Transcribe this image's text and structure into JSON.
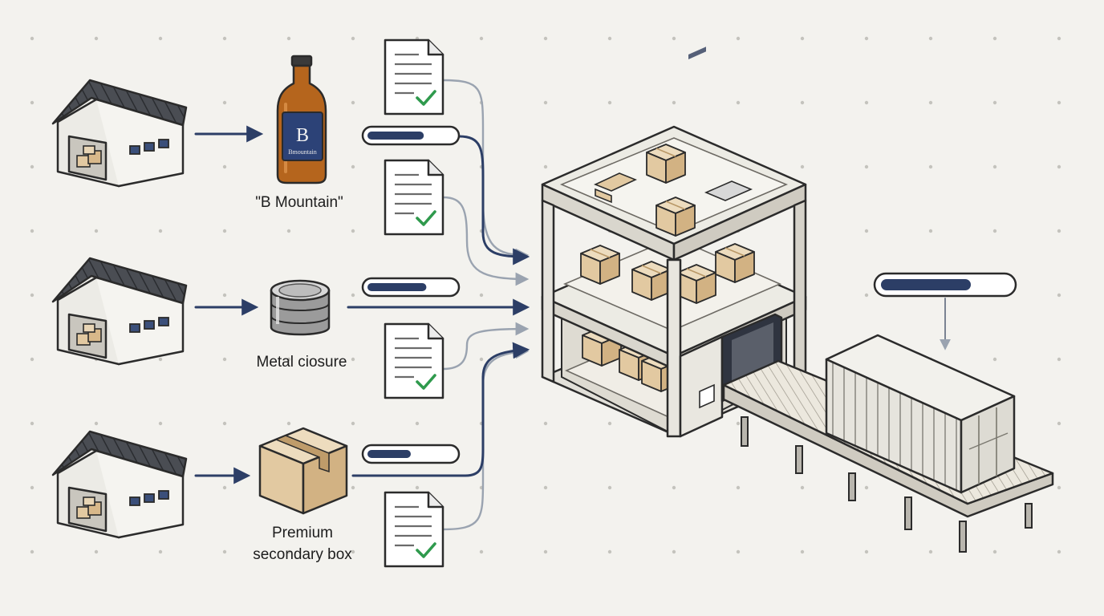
{
  "colors": {
    "background": "#f3f2ee",
    "navy": "#2c3e66",
    "grey_connector": "#9aa3b0",
    "check_green": "#2f9a4d",
    "amber_bottle": "#b5651d",
    "cardboard": "#e2c9a1"
  },
  "inputs": [
    {
      "label": "\"B Mountain\"",
      "icon": "amber-bottle-icon",
      "bottle_letter": "B",
      "bottle_text": "Bmountain",
      "progress": 0.65
    },
    {
      "label": "Metal ciosure",
      "icon": "metal-closure-icon",
      "progress": 0.68
    },
    {
      "label_lines": [
        "Premium",
        "secondary box"
      ],
      "icon": "cardboard-box-icon",
      "progress": 0.5
    }
  ],
  "documents_status": [
    "approved",
    "approved",
    "approved",
    "approved"
  ],
  "container_progress": 0.7,
  "icons": [
    "warehouse-icon",
    "document-check-icon",
    "progress-bar",
    "packaging-facility-icon",
    "conveyor-belt-icon",
    "shipping-container-icon",
    "arrow-icon"
  ]
}
